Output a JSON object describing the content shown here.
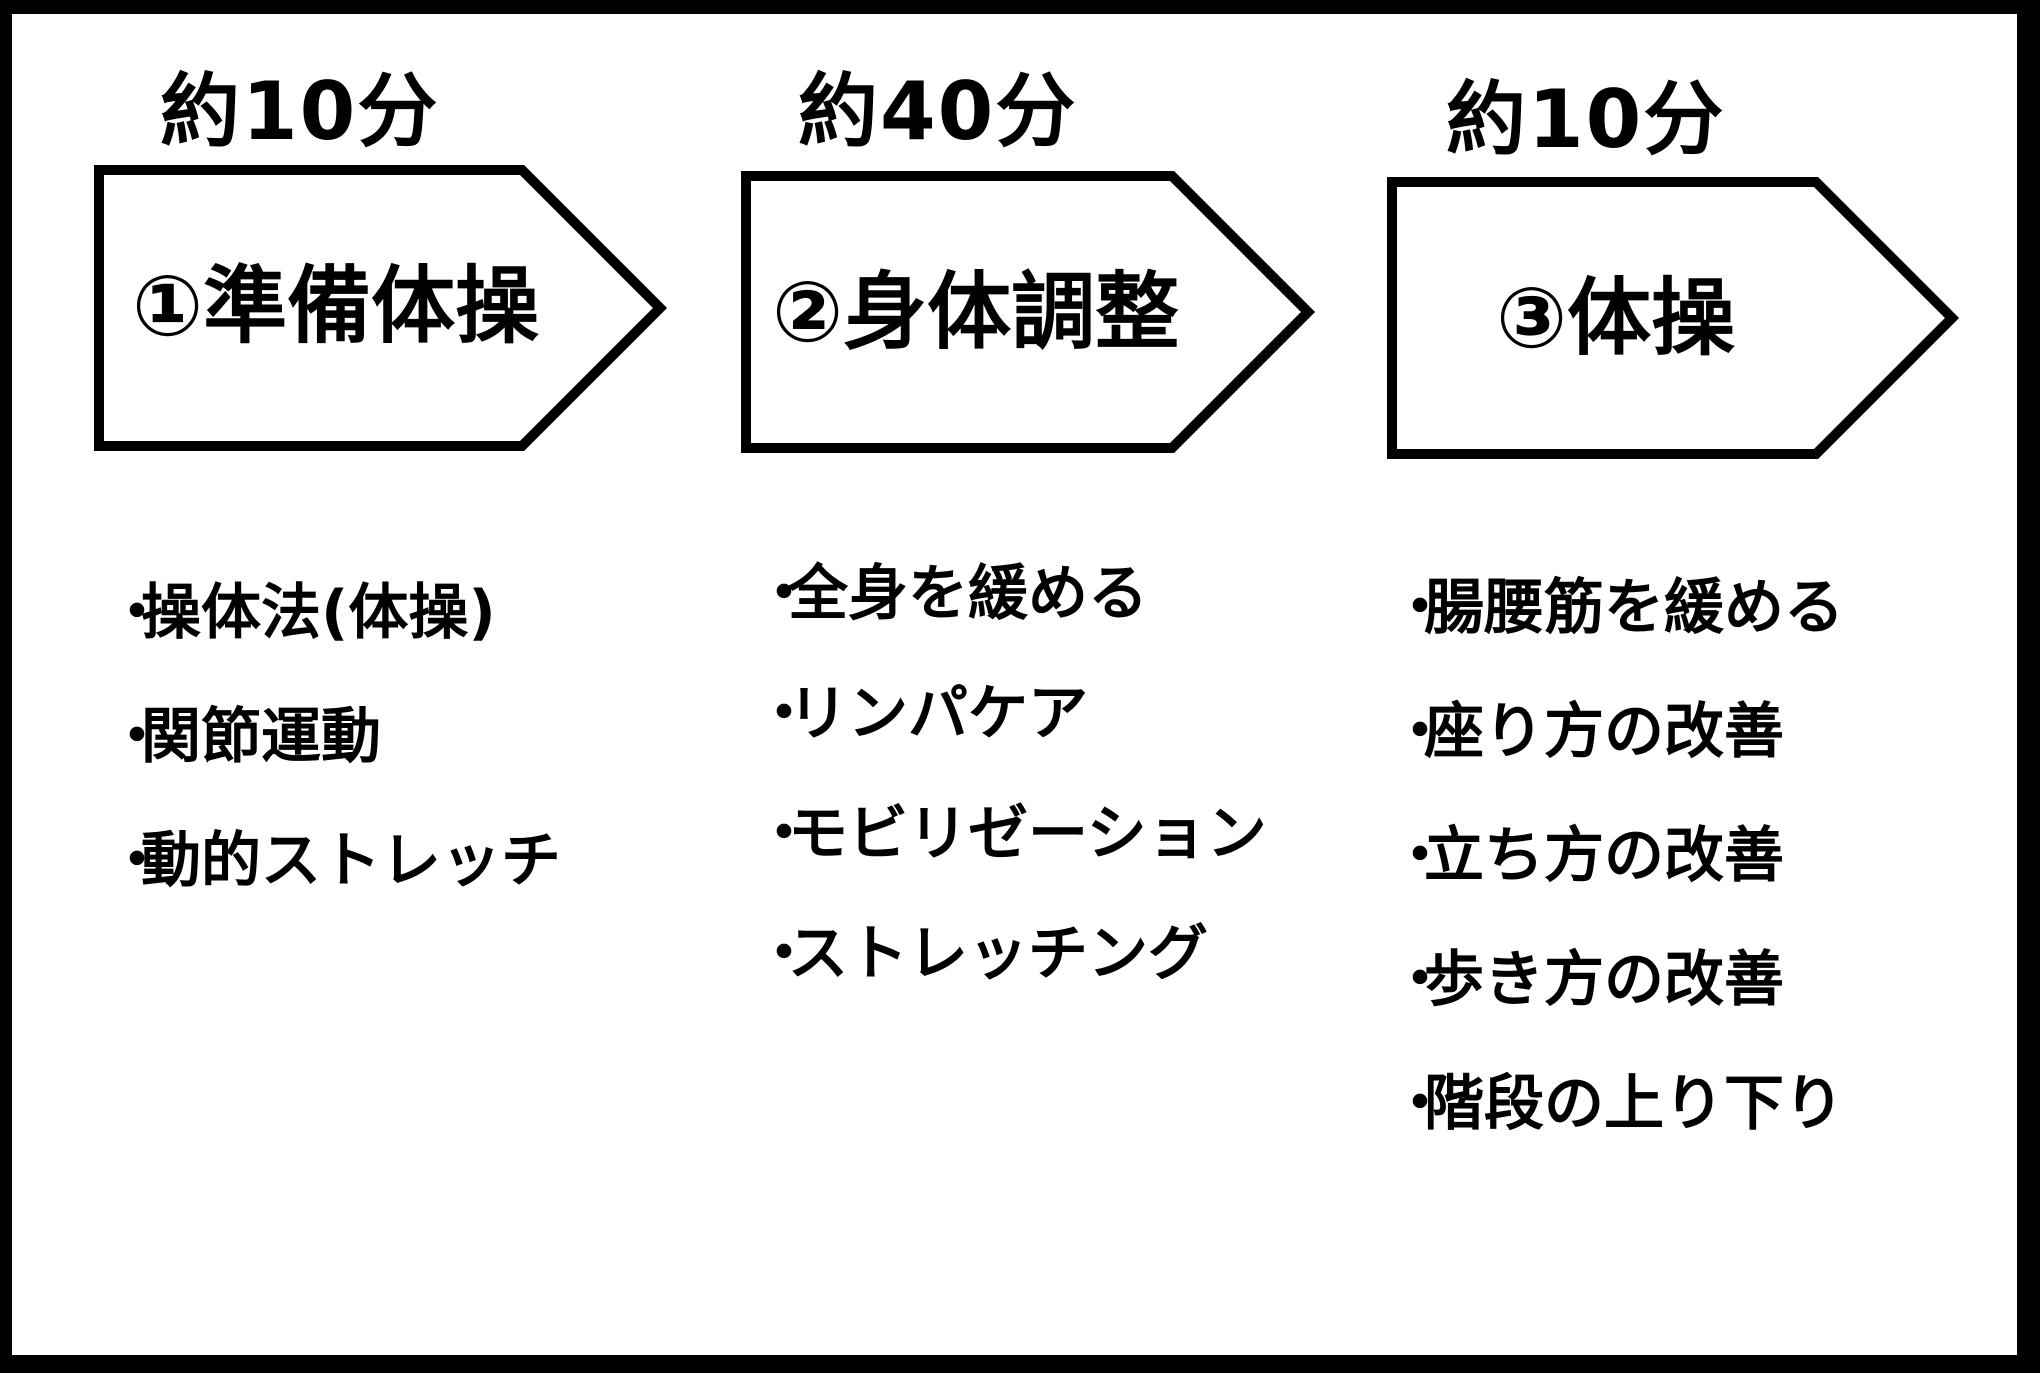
{
  "steps": [
    {
      "duration": "約10分",
      "title": "①準備体操",
      "items": [
        "操体法(体操)",
        "関節運動",
        "動的ストレッチ"
      ]
    },
    {
      "duration": "約40分",
      "title": "②身体調整",
      "items": [
        "全身を緩める",
        "リンパケア",
        "モビリゼーション",
        "ストレッチング"
      ]
    },
    {
      "duration": "約10分",
      "title": "③体操",
      "items": [
        "腸腰筋を緩める",
        "座り方の改善",
        "立ち方の改善",
        "歩き方の改善",
        "階段の上り下り"
      ]
    }
  ],
  "bullet": "・",
  "colors": {
    "background": "#ffffff",
    "frame": "#000000",
    "ink": "#000000"
  }
}
